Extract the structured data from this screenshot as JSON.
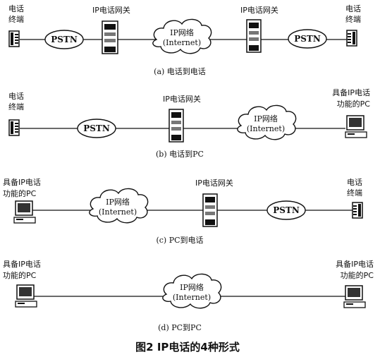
{
  "labels": {
    "phone_terminal": [
      "电话",
      "终端"
    ],
    "ip_gateway": "IP电话网关",
    "pstn": "PSTN",
    "ip_network": [
      "IP网络",
      "(Internet)"
    ],
    "pc_with_ip_phone": [
      "具备IP电话",
      "功能的PC"
    ]
  },
  "captions": {
    "a": "(a) 电话到电话",
    "b": "(b) 电话到PC",
    "c": "(c) PC到电话",
    "d": "(d) PC到PC"
  },
  "figure_title": "图2  IP电话的4种形式"
}
